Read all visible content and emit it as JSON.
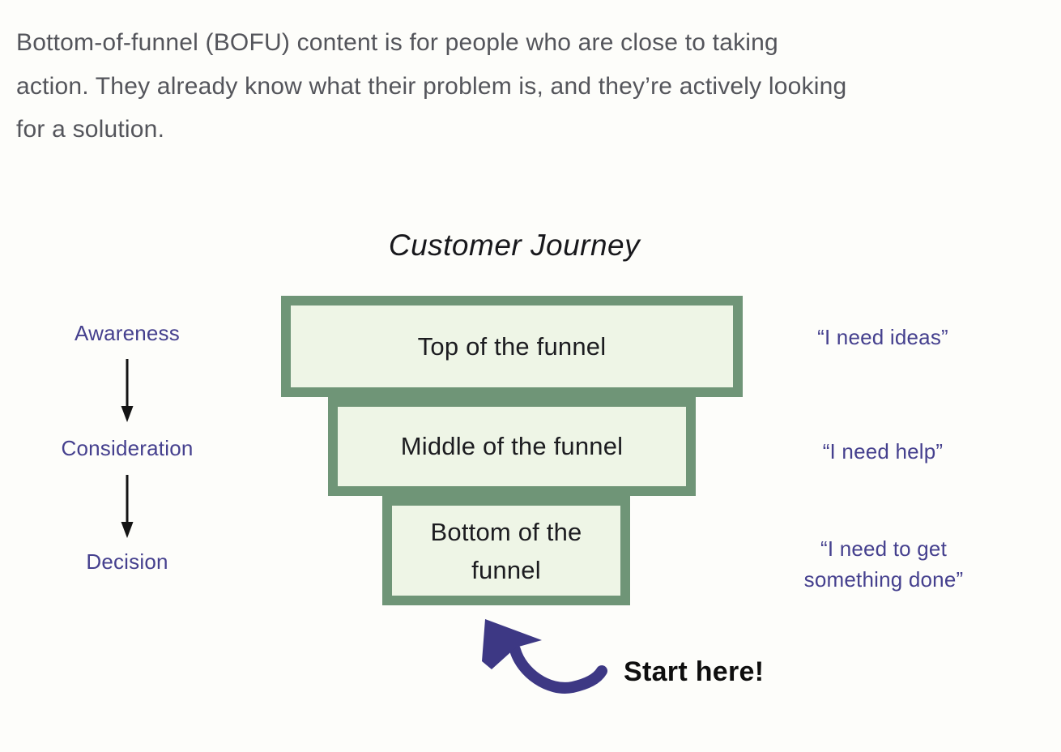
{
  "intro": {
    "lines": [
      "Bottom-of-funnel (BOFU) content is for people who are close to taking",
      "action. They already know what their problem is, and they’re actively looking",
      "for a solution."
    ]
  },
  "diagram": {
    "title": "Customer Journey",
    "stages": [
      {
        "label": "Awareness"
      },
      {
        "label": "Consideration"
      },
      {
        "label": "Decision"
      }
    ],
    "funnel": [
      {
        "label": "Top of the funnel",
        "quote": "“I need ideas”"
      },
      {
        "label": "Middle of the funnel",
        "quote": "“I need help”"
      },
      {
        "label": "Bottom of the funnel",
        "quote": "“I need to get something done”"
      }
    ],
    "annotation": "Start here!"
  },
  "colors": {
    "background": "#fdfdfa",
    "funnel_border": "#6f9577",
    "funnel_fill": "#eef5e6",
    "intro_text": "#54555b",
    "stage_text": "#45408e",
    "big_arrow": "#3d3884",
    "small_arrow": "#141414"
  }
}
